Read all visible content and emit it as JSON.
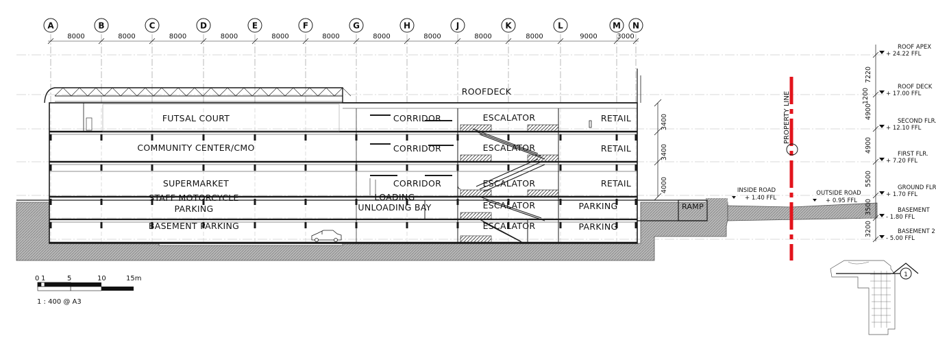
{
  "grid_labels": [
    "A",
    "B",
    "C",
    "D",
    "E",
    "F",
    "G",
    "H",
    "J",
    "K",
    "L",
    "M",
    "N"
  ],
  "bay_dims": [
    "8000",
    "8000",
    "8000",
    "8000",
    "8000",
    "8000",
    "8000",
    "8000",
    "8000",
    "8000",
    "9000",
    "3000"
  ],
  "levels": [
    {
      "name": "ROOF APEX",
      "value": "+ 24.22 FFL"
    },
    {
      "name": "ROOF DECK",
      "value": "+ 17.00 FFL"
    },
    {
      "name": "SECOND FLR.",
      "value": "+ 12.10 FFL"
    },
    {
      "name": "FIRST FLR.",
      "value": "+ 7.20 FFL"
    },
    {
      "name": "GROUND FLR",
      "value": "+ 1.70 FFL"
    },
    {
      "name": "BASEMENT",
      "value": "- 1.80 FFL"
    },
    {
      "name": "BASEMENT 2",
      "value": "- 5.00 FFL"
    }
  ],
  "level_dims": [
    "7220",
    "1200",
    "4900",
    "4900",
    "5500",
    "3500",
    "3200"
  ],
  "inner_dims": [
    "3400",
    "3400",
    "4000"
  ],
  "rooms": {
    "roofdeck": "ROOFDECK",
    "futsal": "FUTSAL COURT",
    "community": "COMMUNITY CENTER/CMO",
    "supermarket": "SUPERMARKET",
    "staff_moto_1": "STAFF MOTORCYCLE",
    "staff_moto_2": "PARKING",
    "basement_parking": "BASEMENT  PARKING",
    "corridor": "CORRIDOR",
    "escalator": "ESCALATOR",
    "retail": "RETAIL",
    "loading_1": "LOADING",
    "loading_2": "UNLOADING BAY",
    "parking": "PARKING",
    "ramp": "RAMP"
  },
  "roads": {
    "inside_name": "INSIDE ROAD",
    "inside_value": "+ 1.40 FFL",
    "outside_name": "OUTSIDE ROAD",
    "outside_value": "+ 0.95 FFL"
  },
  "property_line": "PROPERTY LINE",
  "scale_bar": {
    "ticks": [
      "0",
      "1",
      "5",
      "10",
      "15m"
    ],
    "ratio": "1 : 400 @ A3"
  },
  "key_plan_marker": "1",
  "colors": {
    "line": "#1a1a1a",
    "ground_hatch": "#9a9a9a",
    "property_line": "#e3141c",
    "dash": "#8a8a8a"
  }
}
